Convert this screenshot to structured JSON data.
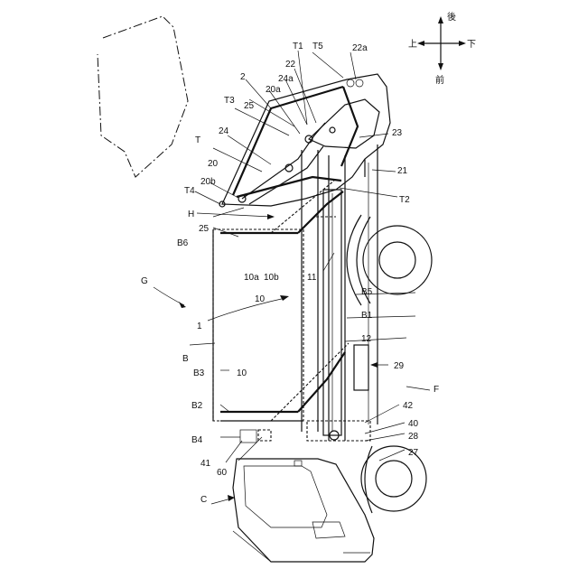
{
  "figure": {
    "labels": {
      "G": "G",
      "B": "B",
      "B1": "B1",
      "B2": "B2",
      "B3": "B3",
      "B4": "B4",
      "B5": "B5",
      "B6": "B6",
      "C": "C",
      "F": "F",
      "H": "H",
      "T": "T",
      "T1": "T1",
      "T2": "T2",
      "T3": "T3",
      "T4": "T4",
      "T5": "T5",
      "n1": "1",
      "n2": "2",
      "n10": "10",
      "n10a": "10a",
      "n10b": "10b",
      "n10inner": "10",
      "n11": "11",
      "n12": "12",
      "n20": "20",
      "n20a": "20a",
      "n20b": "20b",
      "n21": "21",
      "n22": "22",
      "n22a": "22a",
      "n23": "23",
      "n24": "24",
      "n24a": "24a",
      "n25top": "25",
      "n25left": "25",
      "n27": "27",
      "n28": "28",
      "n29": "29",
      "n40": "40",
      "n41": "41",
      "n42": "42",
      "n60": "60"
    },
    "compass": {
      "up": "上",
      "down": "下",
      "front": "前",
      "rear": "後"
    }
  }
}
